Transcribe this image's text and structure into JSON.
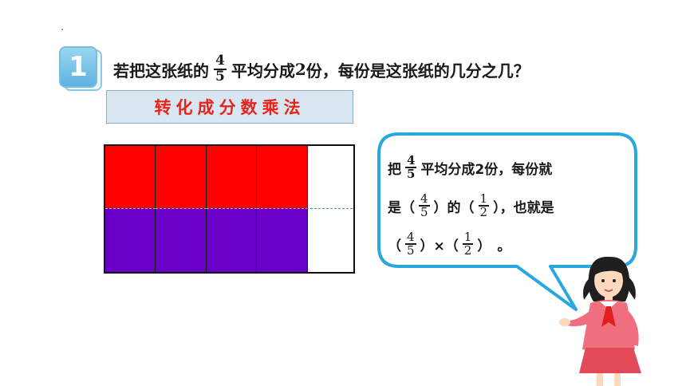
{
  "badge": {
    "number": "1"
  },
  "question": {
    "prefix": "若把这张纸的",
    "fraction": {
      "numerator": "4",
      "denominator": "5"
    },
    "middle": "平均分成 ",
    "count": "2",
    "suffix": " 份，每份是这张纸的几分之几？"
  },
  "method_banner": {
    "label": "转化成分数乘法"
  },
  "paper": {
    "columns": 5,
    "shaded_columns": 4,
    "colors": {
      "top": "#ff0000",
      "bottom": "#6a00c8",
      "dash": "#4a90d9"
    }
  },
  "bubble": {
    "line1": {
      "prefix": "把",
      "fraction": {
        "numerator": "4",
        "denominator": "5"
      },
      "suffix": "平均分成2份，每份就"
    },
    "line2": {
      "prefix": "是（",
      "fraction1": {
        "numerator": "4",
        "denominator": "5"
      },
      "middle": "）的（",
      "fraction2": {
        "numerator": "1",
        "denominator": "2"
      },
      "suffix": "），也就是"
    },
    "line3": {
      "open1": "（",
      "fraction1": {
        "numerator": "4",
        "denominator": "5"
      },
      "close1": "）×（",
      "fraction2": {
        "numerator": "1",
        "denominator": "2"
      },
      "close2": "）",
      "end": "。"
    },
    "border_color": "#29a8e0"
  }
}
